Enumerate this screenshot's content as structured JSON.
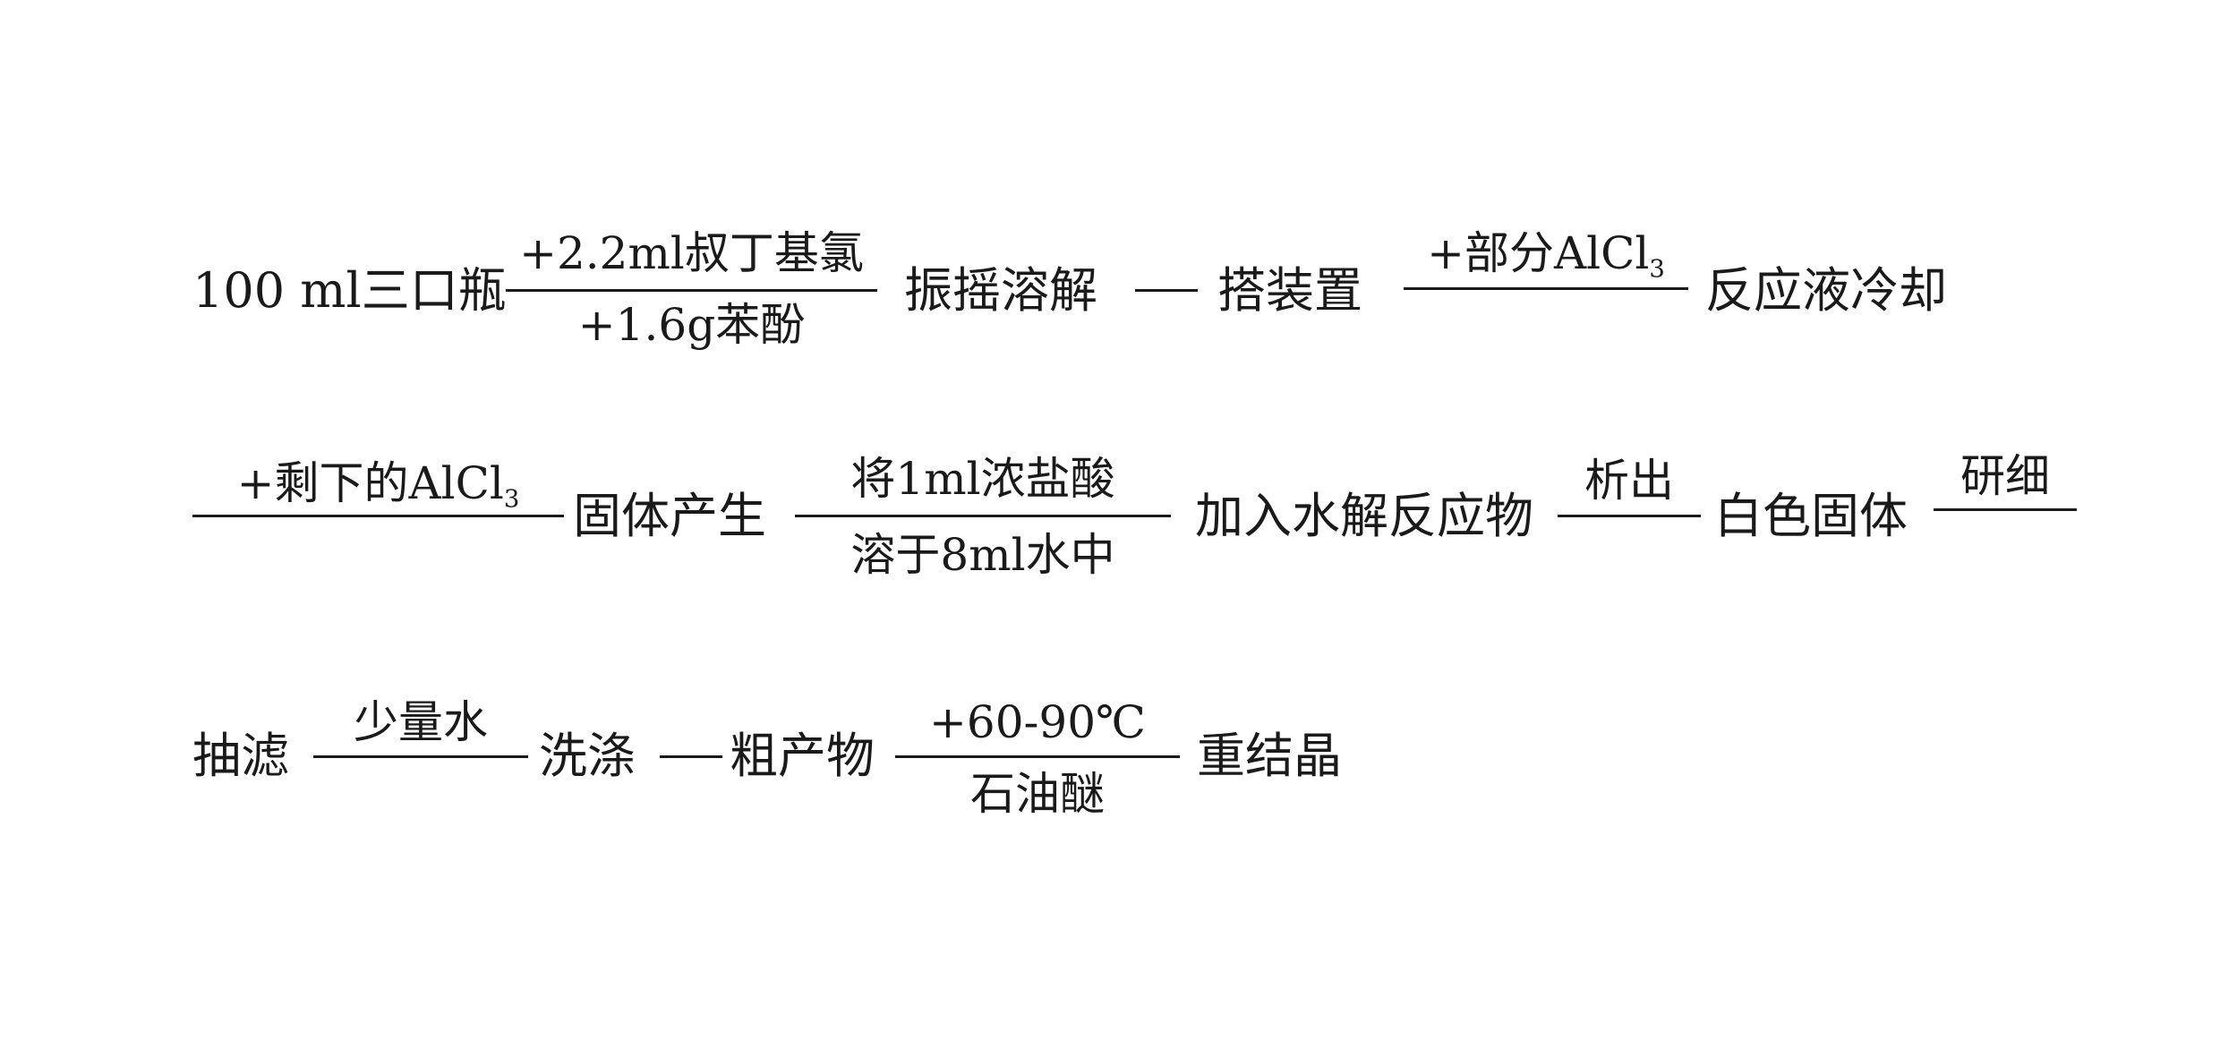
{
  "rows": [
    {
      "items": [
        {
          "label": "100 ml三口瓶"
        },
        {
          "above": "+2.2ml叔丁基氯",
          "below": "+1.6g苯酚"
        },
        {
          "label": "振摇溶解"
        },
        {
          "dash": "—"
        },
        {
          "label": "搭装置"
        },
        {
          "above_main": "+部分AlCl",
          "above_sub": "3"
        },
        {
          "label": "反应液冷却"
        }
      ]
    },
    {
      "items": [
        {
          "above_main": "+剩下的AlCl",
          "above_sub": "3"
        },
        {
          "label": "固体产生"
        },
        {
          "above": "将1ml浓盐酸",
          "below": "溶于8ml水中"
        },
        {
          "label": "加入水解反应物"
        },
        {
          "above": "析出"
        },
        {
          "label": "白色固体"
        },
        {
          "above": "研细"
        }
      ]
    },
    {
      "items": [
        {
          "label": "抽滤"
        },
        {
          "above": "少量水"
        },
        {
          "label": "洗涤"
        },
        {
          "dash": "—"
        },
        {
          "label": "粗产物"
        },
        {
          "above": "+60-90℃",
          "below": "石油醚"
        },
        {
          "label": "重结晶"
        }
      ]
    }
  ]
}
